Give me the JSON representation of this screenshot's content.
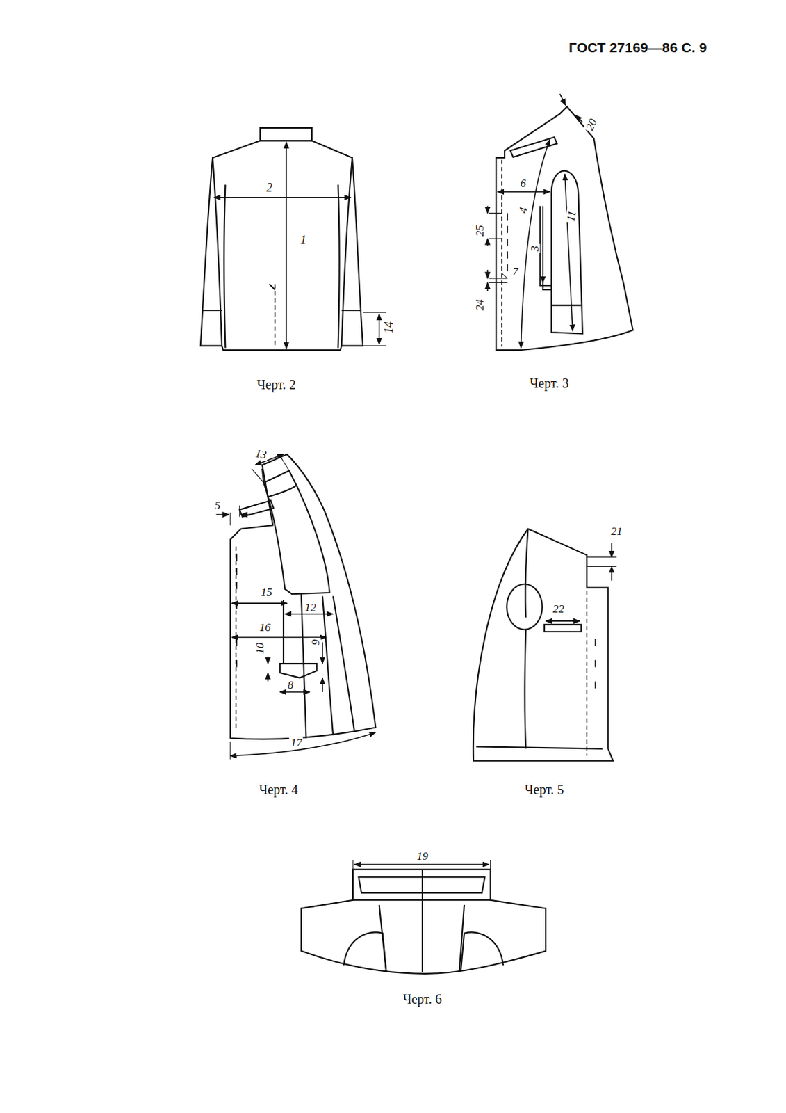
{
  "diagram": {
    "labels": [
      "ГОСТ 27169—86 С. 9",
      "2",
      "1",
      "14",
      "Черт. 2",
      "20",
      "6",
      "4",
      "25",
      "11",
      "3",
      "7",
      "24",
      "Черт. 3",
      "13",
      "5",
      "15",
      "12",
      "16",
      "10",
      "9",
      "8",
      "17",
      "Черт. 4",
      "21",
      "22",
      "Черт. 5",
      "19",
      "Черт. 6"
    ]
  }
}
